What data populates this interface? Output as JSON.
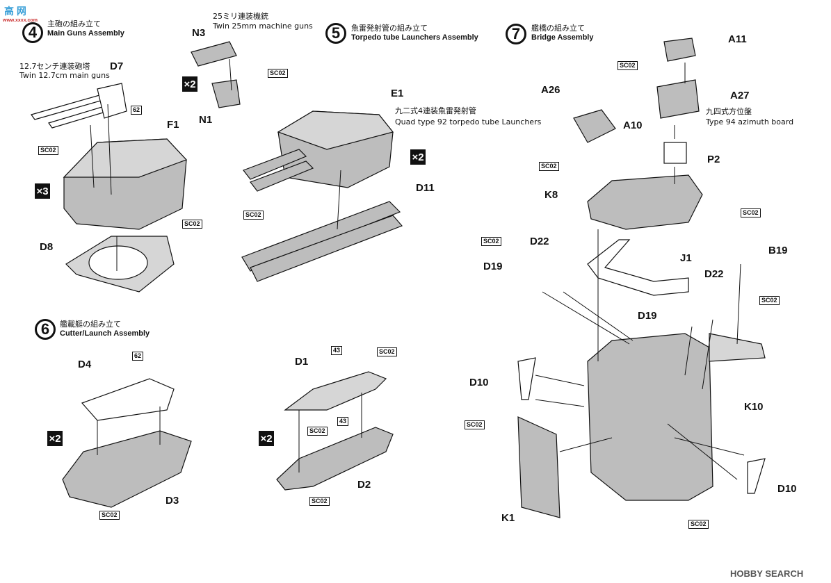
{
  "watermark_top": "高 网",
  "watermark_top_sub": "www.xxxx.com",
  "watermark_bottom": "HOBBY SEARCH",
  "steps": {
    "s4": {
      "num": "4",
      "jp": "主砲の組み立て",
      "en": "Main Guns Assembly"
    },
    "s5": {
      "num": "5",
      "jp": "魚雷発射管の組み立て",
      "en": "Torpedo tube Launchers Assembly"
    },
    "s6": {
      "num": "6",
      "jp": "艦載艇の組み立て",
      "en": "Cutter/Launch Assembly"
    },
    "s7": {
      "num": "7",
      "jp": "艦橋の組み立て",
      "en": "Bridge Assembly"
    }
  },
  "notes": {
    "main_guns_jp": "12.7センチ連装砲塔",
    "main_guns_en": "Twin 12.7cm main guns",
    "mg_jp": "25ミリ連装機銃",
    "mg_en": "Twin 25mm machine guns",
    "torp_jp": "九二式4連装魚雷発射管",
    "torp_en": "Quad type 92 torpedo tube Launchers",
    "azimuth_jp": "九四式方位盤",
    "azimuth_en": "Type 94 azimuth board"
  },
  "parts": {
    "D7": "D7",
    "F1": "F1",
    "D8": "D8",
    "N3": "N3",
    "N1": "N1",
    "E1": "E1",
    "D11": "D11",
    "A11": "A11",
    "A26": "A26",
    "A27": "A27",
    "A10": "A10",
    "P2": "P2",
    "K8": "K8",
    "D22a": "D22",
    "D19a": "D19",
    "J1": "J1",
    "B19": "B19",
    "D22b": "D22",
    "D19b": "D19",
    "D10a": "D10",
    "K10": "K10",
    "D10b": "D10",
    "K1": "K1",
    "D4": "D4",
    "D3": "D3",
    "D1": "D1",
    "D2": "D2"
  },
  "codes": {
    "sc02": "SC02",
    "c62": "62",
    "c43": "43"
  },
  "mult": {
    "x3": "×3",
    "x2": "×2"
  }
}
